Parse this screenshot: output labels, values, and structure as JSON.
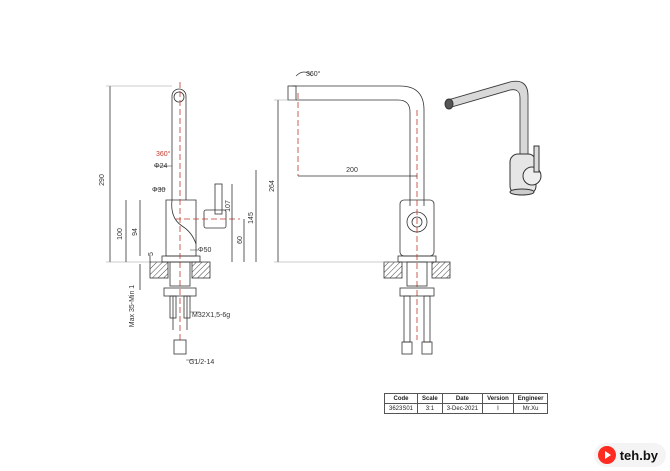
{
  "views": {
    "side": {
      "dimensions": {
        "overall_height": "290",
        "height_to_lever": "100",
        "body_height": "94",
        "base_gap": "5",
        "lever_height": "107",
        "right_height": "145",
        "lever_base": "60",
        "rotation": "360°",
        "spout_dia": "Φ24",
        "body_dia": "Φ30",
        "base_dia": "Φ50",
        "mounting": "Max 35-Min 1",
        "thread": "M32X1,5-6g",
        "hose": "G1/2-14"
      }
    },
    "front": {
      "dimensions": {
        "rotation": "360°",
        "reach": "200",
        "height": "264"
      }
    }
  },
  "title_block": {
    "headers": [
      "Code",
      "Scale",
      "Date",
      "Version",
      "Engineer"
    ],
    "values": [
      "3623S01",
      "3:1",
      "3-Dec-2021",
      "I",
      "Mr.Xu"
    ]
  },
  "watermark": {
    "text": "teh.by"
  }
}
